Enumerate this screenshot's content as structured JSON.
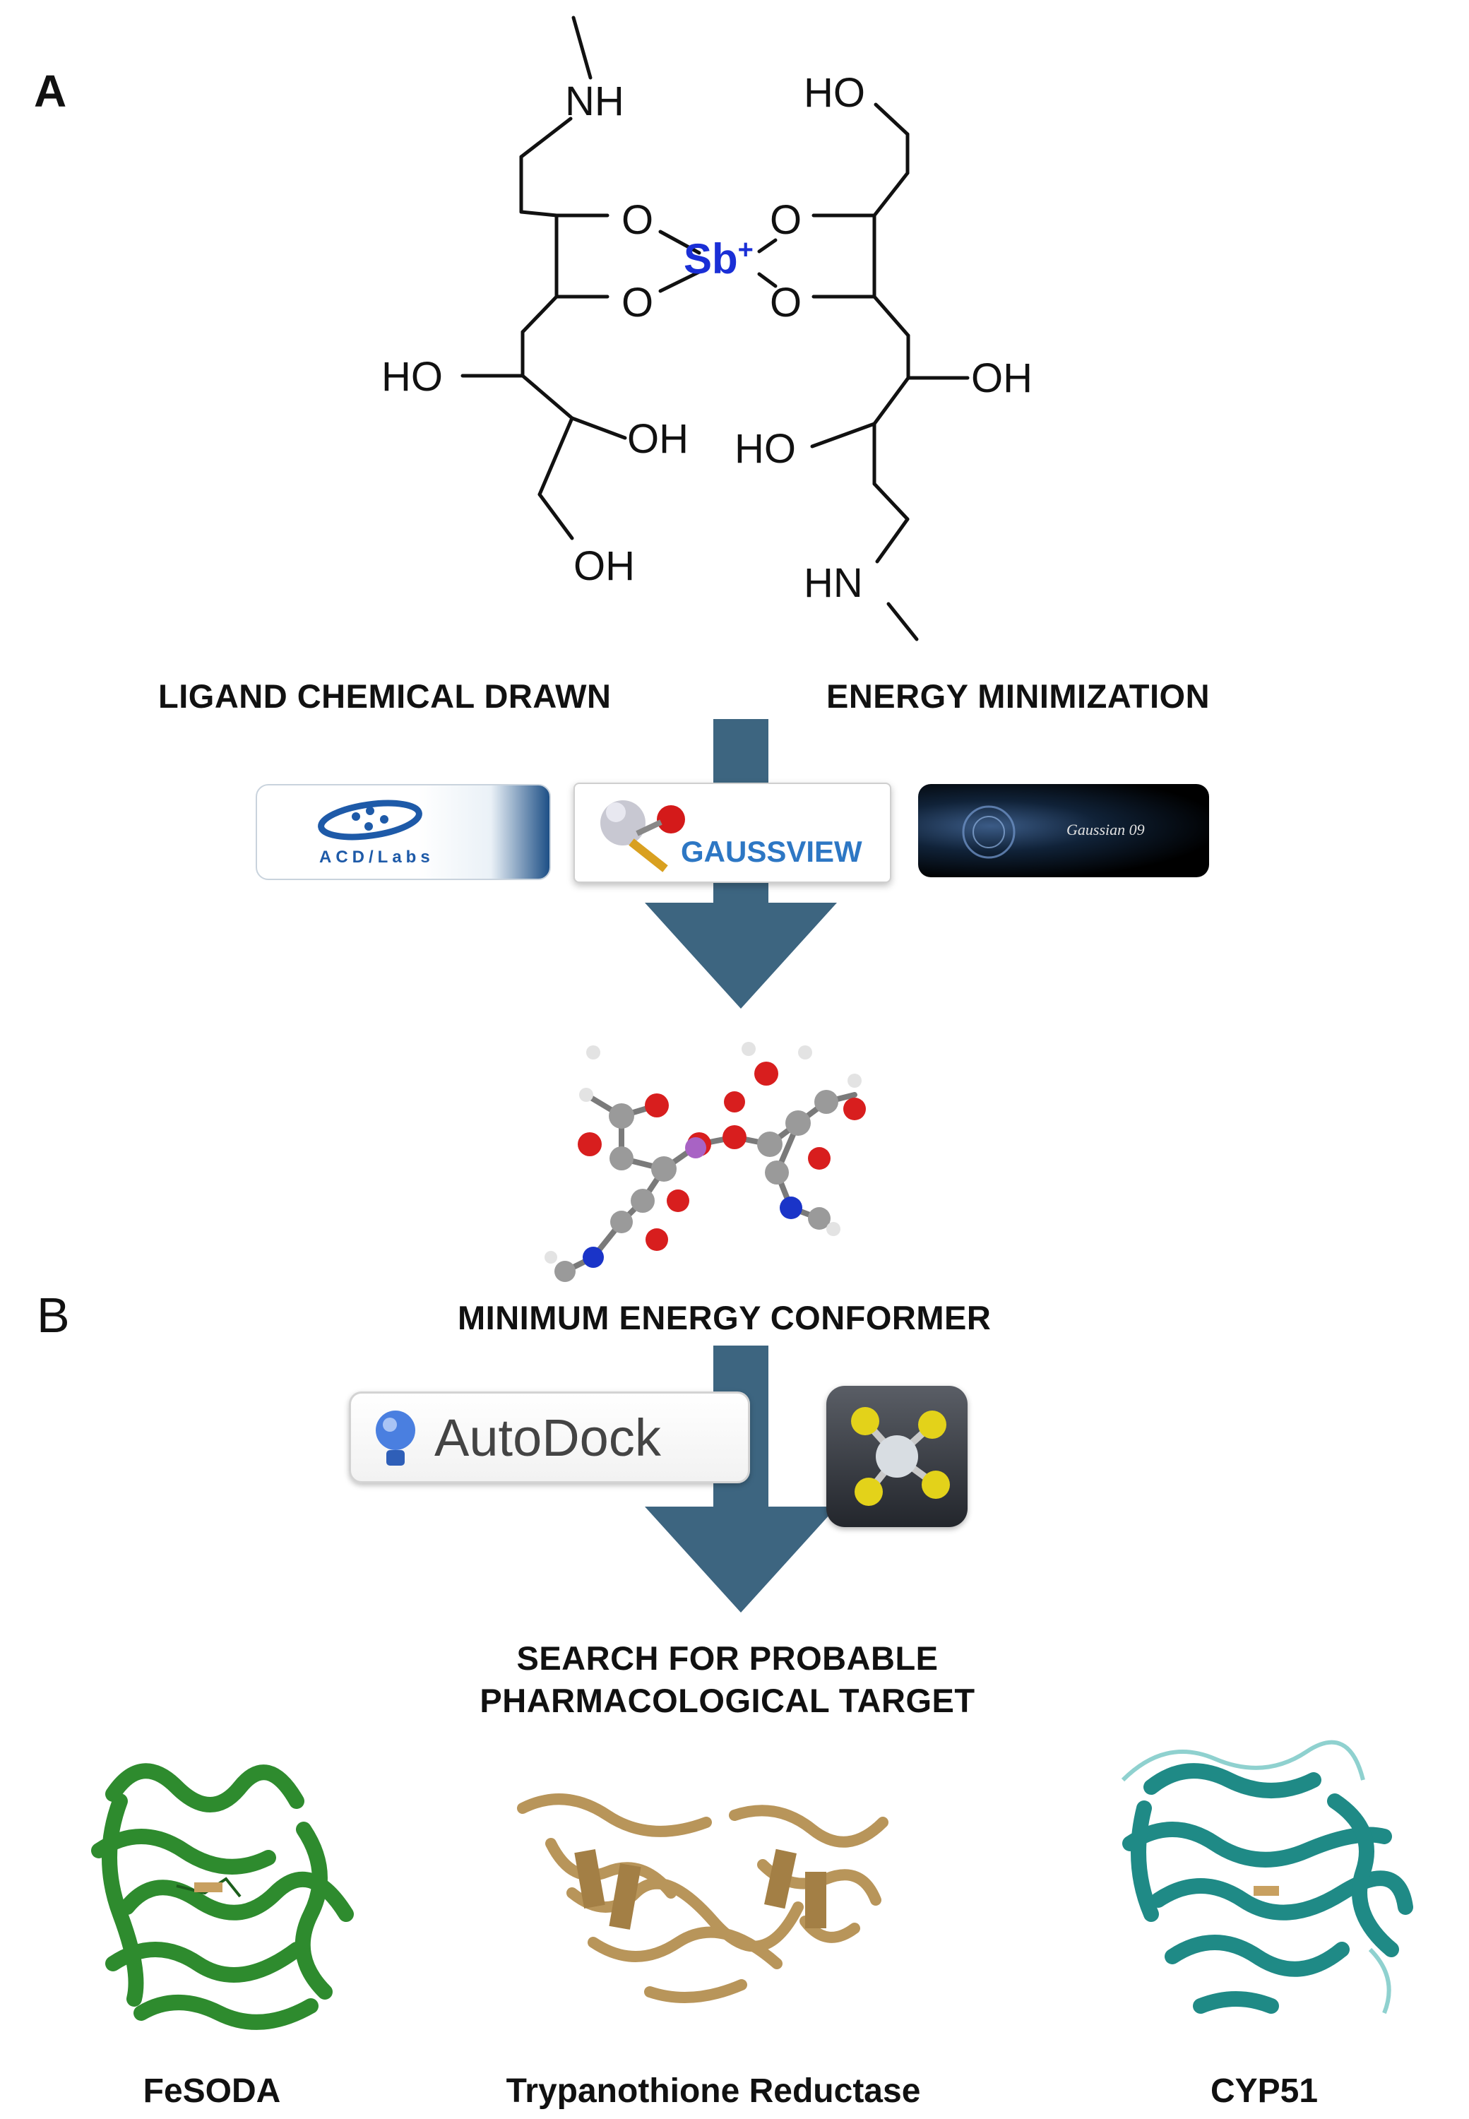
{
  "panels": {
    "a": "A",
    "b": "B"
  },
  "molecule": {
    "nh_top": "NH",
    "ho_top": "HO",
    "o_ul": "O",
    "o_ur": "O",
    "o_ll": "O",
    "o_lr": "O",
    "metal": "Sb",
    "charge": "+",
    "ho_left": "HO",
    "oh_right": "OH",
    "oh_mid_left": "OH",
    "ho_mid_right": "HO",
    "oh_bottom": "OH",
    "hn_bottom": "HN"
  },
  "steps": {
    "ligand_drawn": "LIGAND CHEMICAL DRAWN",
    "energy_min": "ENERGY MINIMIZATION",
    "min_conformer": "MINIMUM ENERGY CONFORMER",
    "search_line1": "SEARCH FOR PROBABLE",
    "search_line2": "PHARMACOLOGICAL TARGET"
  },
  "logos": {
    "acd": "ACD/Labs",
    "gaussview": "GAUSSVIEW",
    "gaussian": "Gaussian 09",
    "autodock": "AutoDock"
  },
  "targets": [
    {
      "name": "FeSODA",
      "color": "#2e8b2e"
    },
    {
      "name": "Trypanothione Reductase",
      "color": "#b8955a"
    },
    {
      "name": "CYP51",
      "color": "#1f8a86"
    }
  ],
  "colors": {
    "arrow": "#3d6580",
    "metal": "#1a2fd6",
    "oxygen_atom": "#d81e1e",
    "nitrogen_atom": "#1a34c8",
    "carbon_atom": "#9a9a9a"
  }
}
